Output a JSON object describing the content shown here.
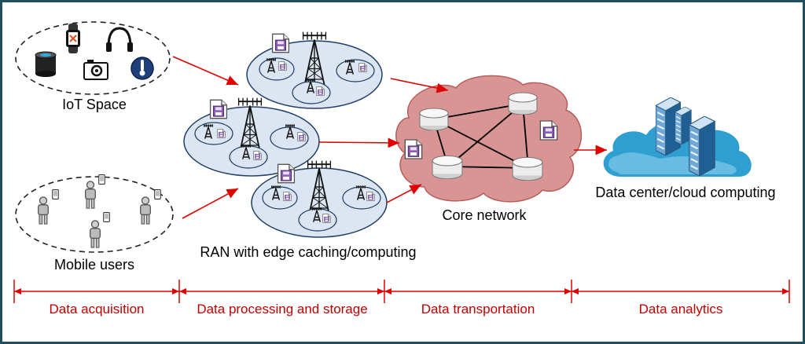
{
  "labels": {
    "iot_space": "IoT Space",
    "mobile_users": "Mobile users",
    "ran": "RAN with edge caching/computing",
    "core_network": "Core network",
    "data_center": "Data center/cloud computing"
  },
  "stages": [
    "Data acquisition",
    "Data processing and storage",
    "Data transportation",
    "Data analytics"
  ],
  "colors": {
    "arrow": "#e00000",
    "stage_text": "#c00000",
    "cell_fill": "#dce6f2",
    "core_fill": "#d99594",
    "cloud_fill": "#2e9fd0",
    "frame": "#1f4f5c"
  },
  "icons": [
    "smart-speaker-icon",
    "smartwatch-icon",
    "headphones-icon",
    "camera-icon",
    "thermometer-icon",
    "person-icon",
    "phone-icon",
    "tower-icon",
    "antenna-icon",
    "file-cache-icon",
    "server-node-icon",
    "server-rack-icon",
    "cloud-icon"
  ]
}
